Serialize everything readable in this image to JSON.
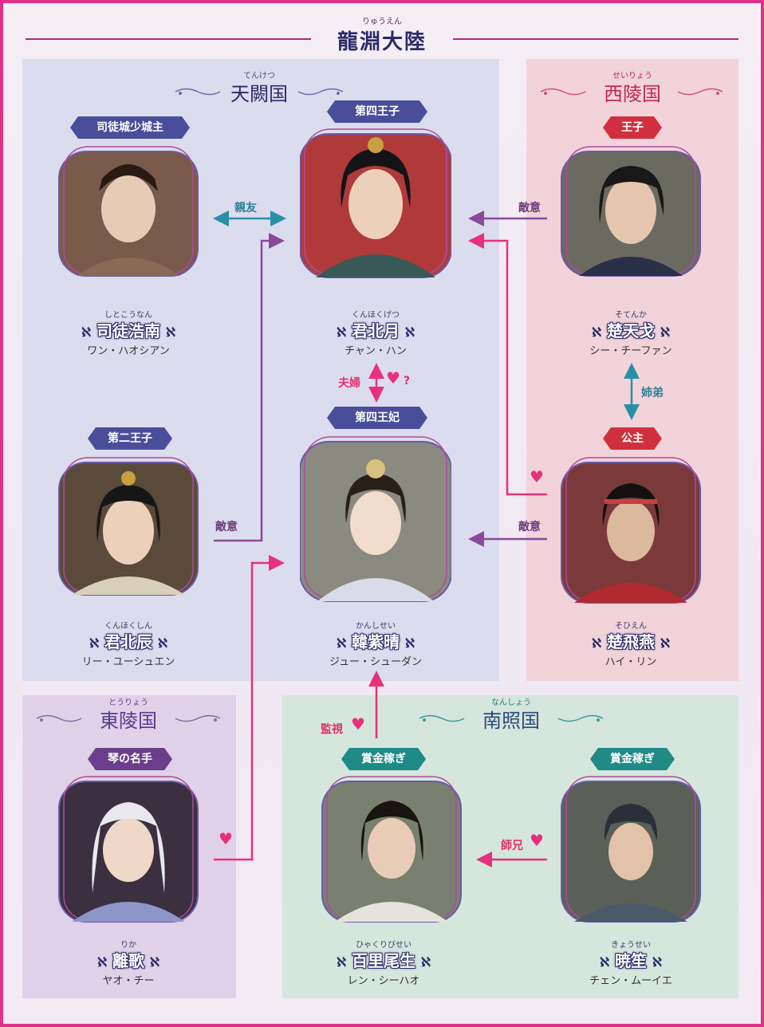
{
  "title": {
    "ruby": "りゅうえん",
    "text": "龍淵大陸"
  },
  "kingdoms": {
    "tenketsu": {
      "ruby": "てんけつ",
      "name": "天闕国"
    },
    "seiryo": {
      "ruby": "せいりょう",
      "name": "西陵国"
    },
    "toryo": {
      "ruby": "とうりょう",
      "name": "東陵国"
    },
    "nansho": {
      "ruby": "なんしょう",
      "name": "南照国"
    }
  },
  "characters": {
    "shito": {
      "role": "司徒城少城主",
      "ruby": "しとこうなん",
      "name": "司徒浩南",
      "actor": "ワン・ハオシアン"
    },
    "kunpokugetsu": {
      "role": "第四王子",
      "ruby": "くんほくげつ",
      "name": "君北月",
      "actor": "チャン・ハン"
    },
    "sotenka": {
      "role": "王子",
      "ruby": "そてんか",
      "name": "楚天戈",
      "actor": "シー・チーファン"
    },
    "kunpokushin": {
      "role": "第二王子",
      "ruby": "くんほくしん",
      "name": "君北辰",
      "actor": "リー・ユーシュエン"
    },
    "kanshisei": {
      "role": "第四王妃",
      "ruby": "かんしせい",
      "name": "韓紫晴",
      "actor": "ジュー・シューダン"
    },
    "sohien": {
      "role": "公主",
      "ruby": "そひえん",
      "name": "楚飛燕",
      "actor": "ハイ・リン"
    },
    "rika": {
      "role": "琴の名手",
      "ruby": "りか",
      "name": "離歌",
      "actor": "ヤオ・チー"
    },
    "hyakuri": {
      "role": "賞金稼ぎ",
      "ruby": "ひゃくりびせい",
      "name": "百里尾生",
      "actor": "レン・シーハオ"
    },
    "kyosei": {
      "role": "賞金稼ぎ",
      "ruby": "きょうせい",
      "name": "暁笙",
      "actor": "チェン・ムーイエ"
    }
  },
  "relations": {
    "shinyu": "親友",
    "teki1": "敵意",
    "teki2": "敵意",
    "teki3": "敵意",
    "fufu": "夫婦",
    "fufu_q": "?",
    "shitei": "姉弟",
    "kanshi": "監視",
    "shikei": "師兄"
  },
  "icons": {
    "heart": "♥",
    "flourish": "ℵ"
  },
  "colors": {
    "magenta": "#e0308a",
    "purple": "#8a4a9a",
    "teal": "#2a8fa6",
    "pink_arrow": "#e8317a",
    "navy": "#2c2a6a",
    "red_badge": "#d0303e",
    "teal_badge": "#1f8a86",
    "plum_badge": "#6a3e8a",
    "indigo_badge": "#4a4e9a"
  }
}
